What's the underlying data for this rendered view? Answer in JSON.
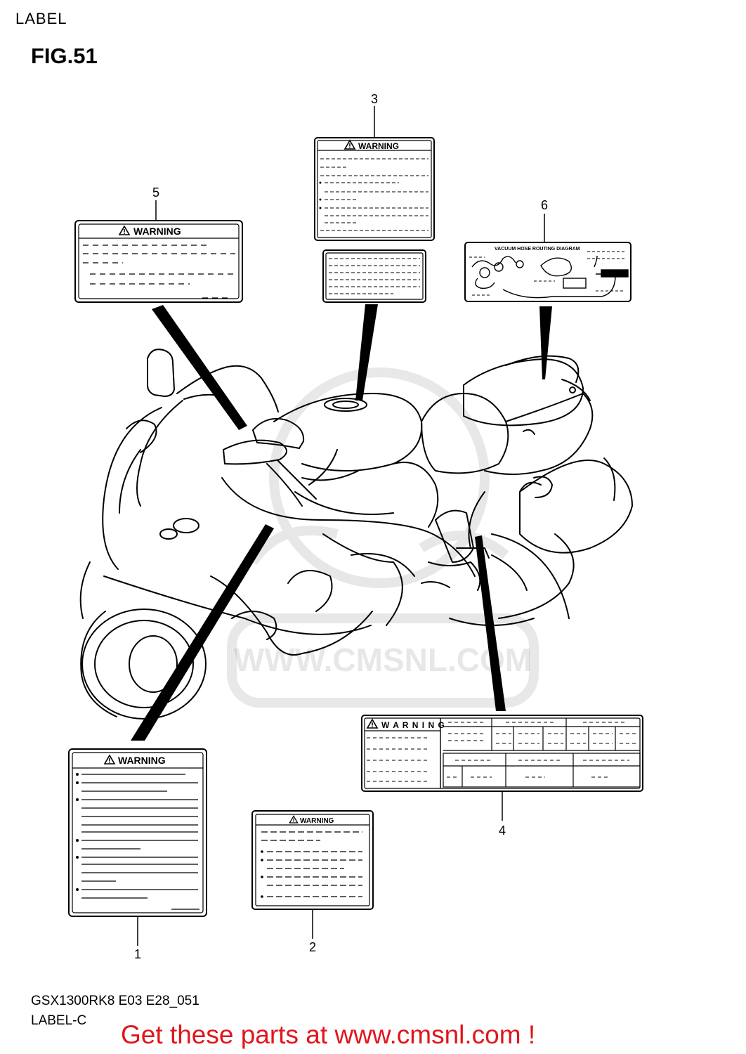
{
  "page": {
    "section_label": "LABEL",
    "figure_title": "FIG.51",
    "model_code": "GSX1300RK8 E03 E28_051",
    "group_label": "LABEL-C",
    "promo_text": "Get these parts at www.cmsnl.com !",
    "watermark_text": "WWW.CMSNL.COM",
    "promo_color": "#e0161c"
  },
  "callouts": {
    "item_1": "1",
    "item_2": "2",
    "item_3": "3",
    "item_4": "4",
    "item_5": "5",
    "item_6": "6"
  },
  "labels": {
    "warning_text": "WARNING",
    "warning_spaced": "W A R N I N G",
    "vacuum_title": "VACUUM HOSE ROUTING DIAGRAM"
  }
}
